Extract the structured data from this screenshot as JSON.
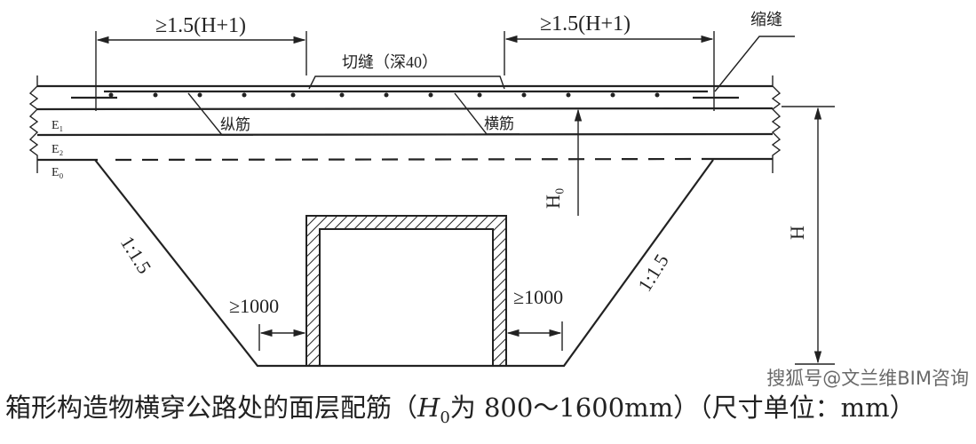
{
  "labels": {
    "dim_left": "≥1.5(H+1)",
    "dim_right": "≥1.5(H+1)",
    "shrink_joint": "缩缝",
    "cut_joint": "切缝（深40）",
    "longitudinal_bar": "纵筋",
    "transverse_bar": "横筋",
    "e1": "E₁",
    "e2": "E₂",
    "e0": "E₀",
    "h0": "H₀",
    "h": "H",
    "slope_left": "1:1.5",
    "slope_right": "1:1.5",
    "clear_left": "≥1000",
    "clear_right": "≥1000"
  },
  "caption": {
    "text_before": "箱形构造物横穿公路处的面层配筋（",
    "h0_symbol": "H",
    "h0_sub": "0",
    "text_after": "为 800～1600mm）（尺寸单位：mm）"
  },
  "watermark": "搜狐号@文兰维BIM咨询"
}
